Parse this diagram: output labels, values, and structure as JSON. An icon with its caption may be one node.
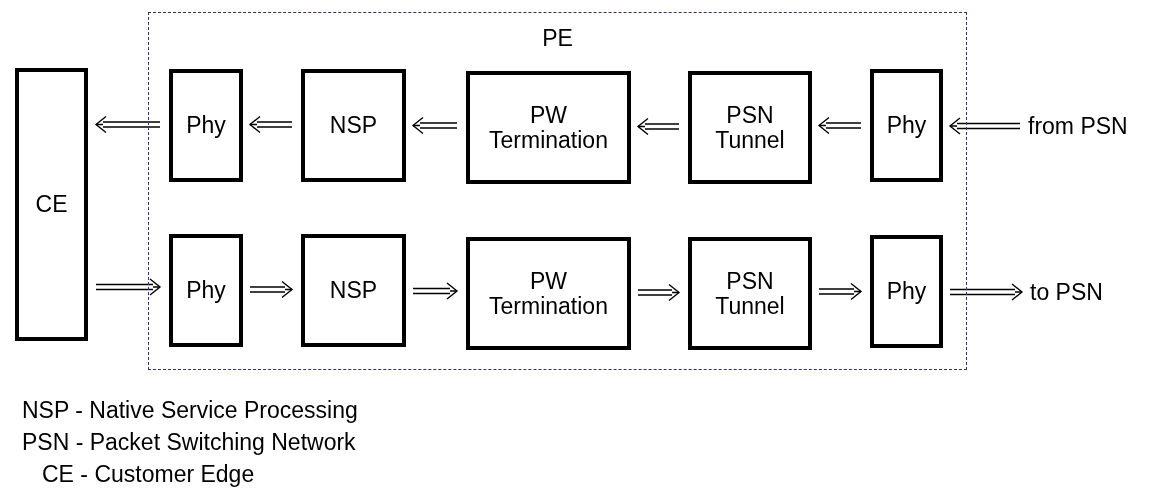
{
  "diagram": {
    "nodes": [
      {
        "text": [
          "CE"
        ]
      },
      {
        "text": [
          "PE"
        ]
      },
      {
        "text": [
          "Phy"
        ],
        "in": 1
      },
      {
        "text": [
          "NSP"
        ],
        "in": 1
      },
      {
        "text": [
          "PW Termination"
        ],
        "in": 1
      },
      {
        "text": [
          "PSN Tunnel"
        ],
        "in": 1
      },
      {
        "text": [
          "Phy"
        ],
        "in": 1
      },
      {
        "text": [
          "Phy"
        ],
        "in": 1
      },
      {
        "text": [
          "NSP"
        ],
        "in": 1
      },
      {
        "text": [
          "PW Termination"
        ],
        "in": 1
      },
      {
        "text": [
          "PSN Tunnel"
        ],
        "in": 1
      },
      {
        "text": [
          "Phy"
        ],
        "in": 1
      },
      {
        "text": [
          "from PSN"
        ]
      },
      {
        "text": [
          "to PSN"
        ]
      }
    ],
    "edges": [
      {
        "from": 12,
        "to": 6,
        "arrow": "to"
      },
      {
        "from": 6,
        "to": 5,
        "arrow": "to"
      },
      {
        "from": 5,
        "to": 4,
        "arrow": "to"
      },
      {
        "from": 4,
        "to": 3,
        "arrow": "to"
      },
      {
        "from": 3,
        "to": 2,
        "arrow": "to"
      },
      {
        "from": 2,
        "to": 0,
        "arrow": "to"
      },
      {
        "from": 0,
        "to": 7,
        "arrow": "to"
      },
      {
        "from": 7,
        "to": 8,
        "arrow": "to"
      },
      {
        "from": 8,
        "to": 9,
        "arrow": "to"
      },
      {
        "from": 9,
        "to": 10,
        "arrow": "to"
      },
      {
        "from": 10,
        "to": 11,
        "arrow": "to"
      },
      {
        "from": 11,
        "to": 13,
        "arrow": "to"
      }
    ],
    "labels": [
      "NSP - Native Service Processing",
      "PSN - Packet Switching Network",
      "CE - Customer Edge"
    ]
  }
}
